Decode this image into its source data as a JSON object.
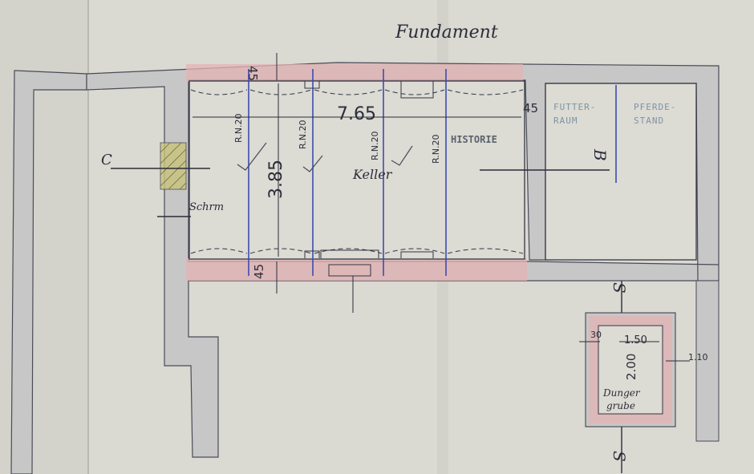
{
  "plan": {
    "title": "Fundament",
    "left_label": "C",
    "stair_label": "Schrm",
    "cellar_label": "Keller",
    "rn_labels": [
      "R.N.20",
      "R.N.20",
      "R.N.20",
      "R.N.20"
    ],
    "dim_top_wall": "45",
    "dim_bottom_wall": "45",
    "dim_length": "7.65",
    "dim_width": "3.85",
    "dim_right_wall": "45",
    "smudged_label": "HISTORIE",
    "stable_stamp_1": "FUTTER-RAUM",
    "stable_stamp_2": "PFERDE-STAND",
    "section_mark_top": "S",
    "section_mark_bottom": "S",
    "section_mark_right": "B",
    "pit": {
      "wall": "30",
      "inner_width": "1.50",
      "depth": "2.00",
      "outer": "1.10",
      "label_line_1": "Dunger",
      "label_line_2": "grube"
    }
  },
  "colors": {
    "paper": "#dad9d2",
    "ink": "#2b2d3a",
    "wall_fill": "#c6c7c6",
    "pink_wash": "#e4b3b3",
    "blue_pencil": "#3f4bb0",
    "yellow_wash": "#c9c37a"
  }
}
